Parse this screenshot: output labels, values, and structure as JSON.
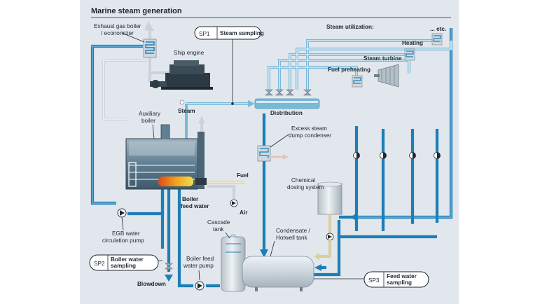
{
  "title": "Marine steam generation",
  "labels": {
    "exhaust_gas_boiler": [
      "Exhaust gas boiler",
      "/ economizer"
    ],
    "ship_engine": "Ship engine",
    "steam_utilization": "Steam utilization:",
    "etc": "... etc.",
    "heating": "Heating",
    "steam_turbine": "Steam turbine",
    "fuel_preheating": "Fuel preheating",
    "distribution": "Distribution",
    "steam": "Steam",
    "auxiliary_boiler": [
      "Auxiliary",
      "boiler"
    ],
    "excess_steam": [
      "Excess steam",
      "dump condenser"
    ],
    "fuel": "Fuel",
    "boiler_feed_water": [
      "Boiler",
      "feed water"
    ],
    "air": "Air",
    "chemical_dosing": [
      "Chemical",
      "dosing system"
    ],
    "egb_pump": [
      "EGB water",
      "circulation pump"
    ],
    "cascade_tank": [
      "Cascade",
      "tank"
    ],
    "hotwell": [
      "Condensate /",
      "Hotwell tank"
    ],
    "boiler_feed_pump": [
      "Boiler feed",
      "water pump"
    ],
    "blowdown": "Blowdown"
  },
  "sampling_points": {
    "sp1": {
      "id": "SP1",
      "text": [
        "Steam sampling"
      ]
    },
    "sp2": {
      "id": "SP2",
      "text": [
        "Boiler water",
        "sampling"
      ]
    },
    "sp3": {
      "id": "SP3",
      "text": [
        "Feed water",
        "sampling"
      ]
    }
  },
  "colors": {
    "background": "#e1e7ec",
    "water_pipe": "#1c7fb7",
    "steam_pipe": "#7ab8da",
    "exhaust_pipe": "#c9d3da",
    "fuel_pipe": "#d8cfa0",
    "boiler_body": "#5f7f92",
    "flame": "#f2a01c"
  },
  "icons": [
    "heat-exchanger-coil-icon",
    "valve-icon",
    "pump-icon",
    "flow-indicator-icon",
    "steam-turbine-icon",
    "ship-engine-icon"
  ]
}
